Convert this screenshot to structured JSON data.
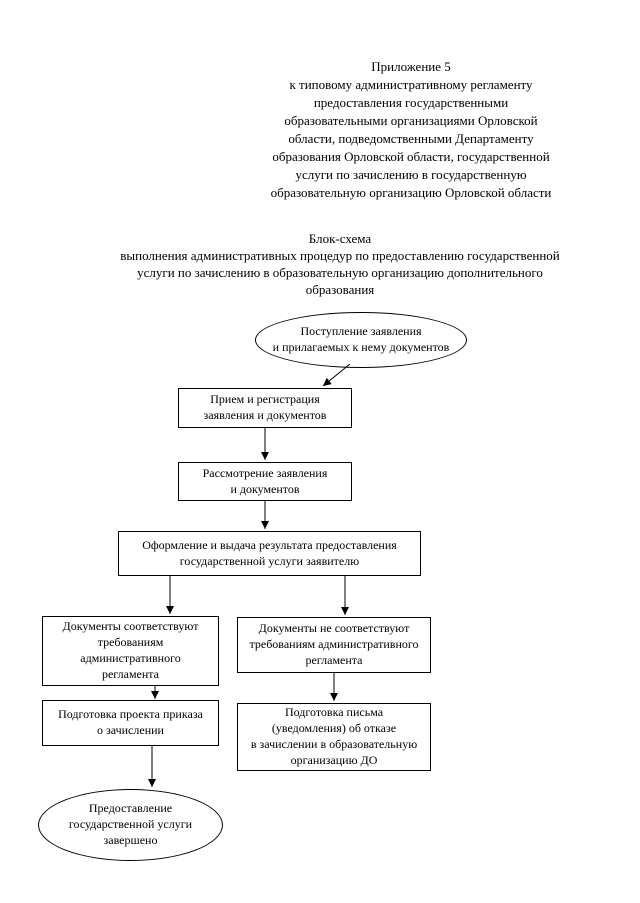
{
  "colors": {
    "ink": "#000000",
    "background": "#ffffff"
  },
  "header": {
    "appendix": "Приложение 5\nк типовому административному регламенту\nпредоставления государственными\nобразовательными организациями Орловской\nобласти, подведомственными Департаменту\nобразования Орловской области, государственной\nуслуги по зачислению в государственную\nобразовательную организацию Орловской области",
    "title": "Блок-схема\nвыполнения административных процедур по предоставлению государственной\nуслуги по зачислению в образовательную организацию дополнительного\nобразования"
  },
  "flowchart": {
    "nodes": {
      "start": {
        "shape": "oval",
        "text": "Поступление заявления\nи прилагаемых к нему документов"
      },
      "receive": {
        "shape": "rect",
        "text": "Прием и регистрация\nзаявления и документов"
      },
      "review": {
        "shape": "rect",
        "text": "Рассмотрение заявления\nи документов"
      },
      "result": {
        "shape": "rect",
        "text": "Оформление и выдача результата предоставления\nгосударственной услуги заявителю"
      },
      "docs_ok": {
        "shape": "rect",
        "text": "Документы соответствуют\nтребованиям административного\nрегламента"
      },
      "docs_fail": {
        "shape": "rect",
        "text": "Документы не соответствуют\nтребованиям административного\nрегламента"
      },
      "order": {
        "shape": "rect",
        "text": "Подготовка проекта приказа\nо зачислении"
      },
      "refusal": {
        "shape": "rect",
        "text": "Подготовка письма\n(уведомления) об отказе\nв зачислении в образовательную\nорганизацию ДО"
      },
      "end": {
        "shape": "oval",
        "text": "Предоставление\nгосударственной услуги\nзавершено"
      }
    }
  }
}
